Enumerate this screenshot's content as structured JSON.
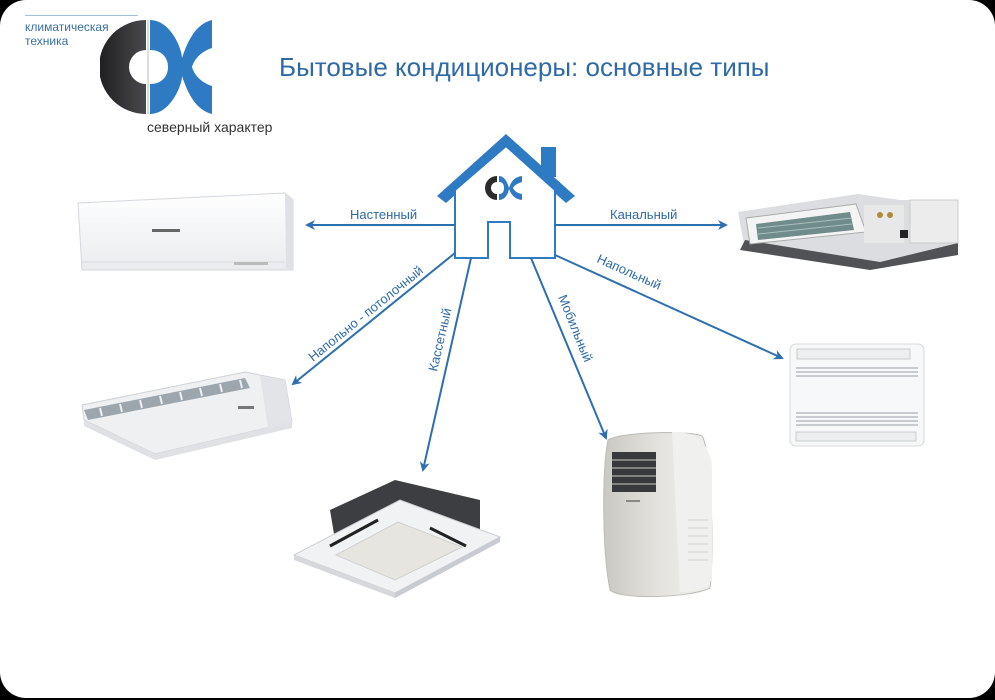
{
  "logo": {
    "line1": "климатическая",
    "line2": "техника",
    "tagline": "северный характер",
    "colors": {
      "dark": "#2b2b2d",
      "blue": "#2e7bc4"
    }
  },
  "title": "Бытовые кондиционеры: основные типы",
  "center": {
    "icon": "house-icon"
  },
  "types": [
    {
      "id": "wall",
      "label": "Настенный",
      "icon": "wall-split-unit-image"
    },
    {
      "id": "duct",
      "label": "Канальный",
      "icon": "ducted-unit-image"
    },
    {
      "id": "floor-ceiling",
      "label": "Напольно - потолочный",
      "icon": "floor-ceiling-unit-image"
    },
    {
      "id": "cassette",
      "label": "Кассетный",
      "icon": "cassette-unit-image"
    },
    {
      "id": "mobile",
      "label": "Мобильный",
      "icon": "mobile-unit-image"
    },
    {
      "id": "floor",
      "label": "Напольный",
      "icon": "floor-console-unit-image"
    }
  ],
  "colors": {
    "accent": "#2e7bc4",
    "title": "#2f6aa6",
    "arrow": "#2e6fb0"
  }
}
